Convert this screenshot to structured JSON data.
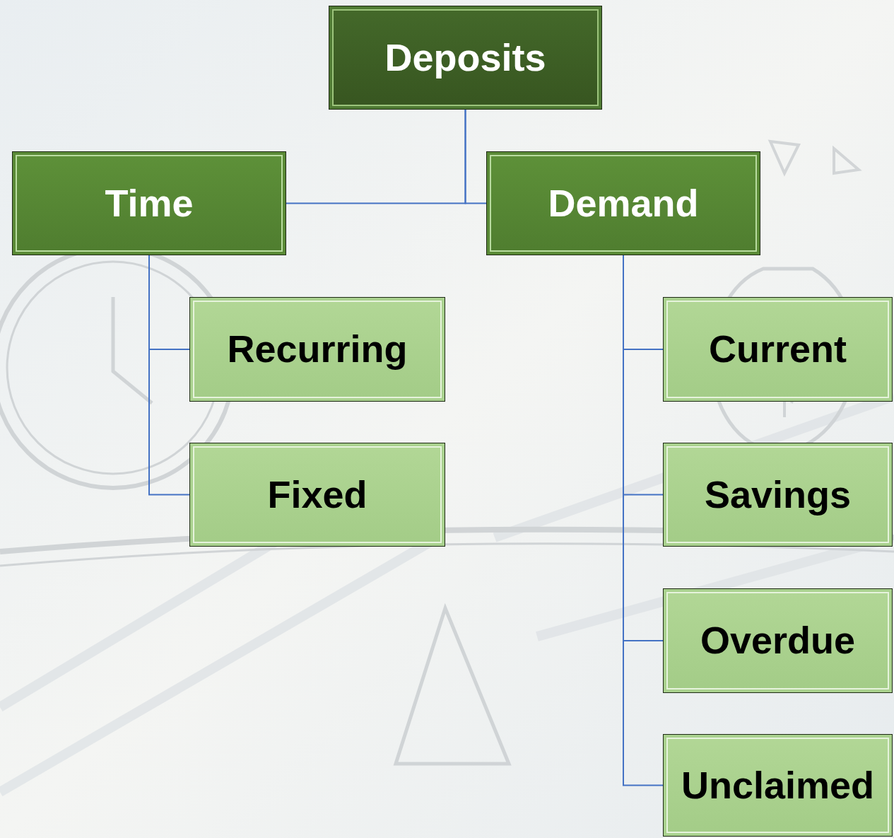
{
  "diagram": {
    "nodes": [
      {
        "text": [
          "Deposits"
        ]
      },
      {
        "text": [
          "Time"
        ]
      },
      {
        "text": [
          "Demand"
        ]
      },
      {
        "text": [
          "Recurring"
        ]
      },
      {
        "text": [
          "Fixed"
        ]
      },
      {
        "text": [
          "Current"
        ]
      },
      {
        "text": [
          "Savings"
        ]
      },
      {
        "text": [
          "Overdue"
        ]
      },
      {
        "text": [
          "Unclaimed"
        ]
      }
    ],
    "edges": [
      {
        "from": 0,
        "to": 1,
        "arrow": "none"
      },
      {
        "from": 0,
        "to": 2,
        "arrow": "none"
      },
      {
        "from": 1,
        "to": 3,
        "arrow": "none"
      },
      {
        "from": 1,
        "to": 4,
        "arrow": "none"
      },
      {
        "from": 2,
        "to": 5,
        "arrow": "none"
      },
      {
        "from": 2,
        "to": 6,
        "arrow": "none"
      },
      {
        "from": 2,
        "to": 7,
        "arrow": "none"
      },
      {
        "from": 2,
        "to": 8,
        "arrow": "none"
      }
    ]
  }
}
